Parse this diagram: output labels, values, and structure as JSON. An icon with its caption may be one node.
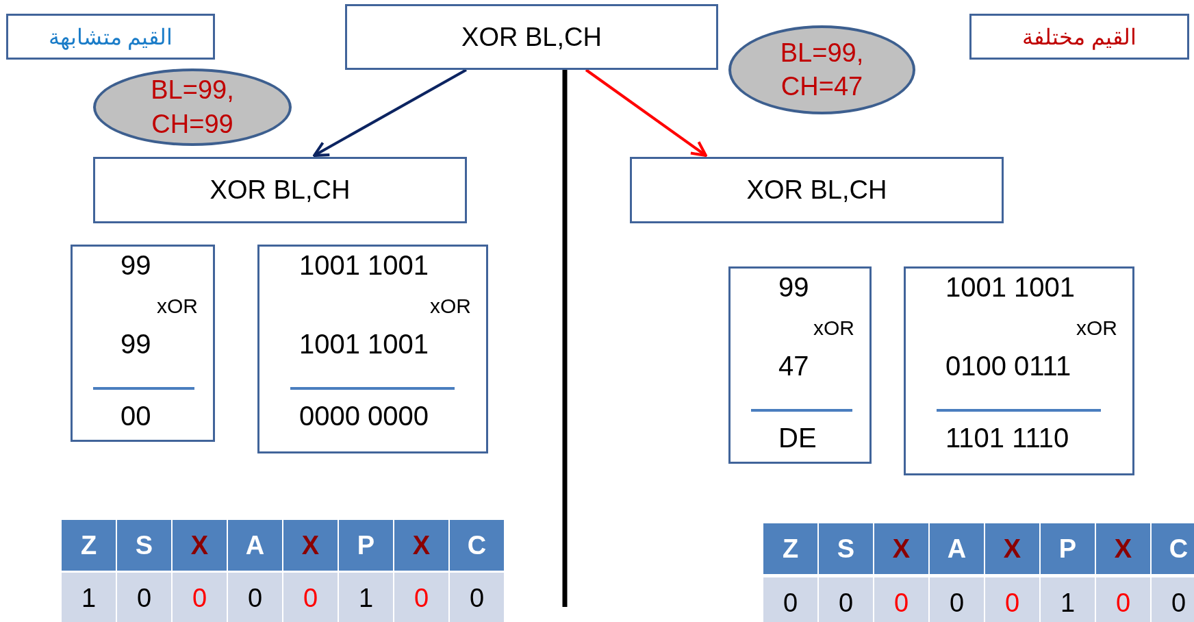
{
  "diagram": {
    "nodes": [
      {
        "text": [
          "القيم متشابهة"
        ]
      },
      {
        "text": [
          "XOR   BL,CH"
        ]
      },
      {
        "text": [
          "BL=99, CH=99"
        ]
      },
      {
        "text": [
          "BL=99, CH=47"
        ]
      },
      {
        "text": [
          "القيم مختلفة"
        ]
      },
      {
        "text": [
          "XOR   BL,CH"
        ]
      },
      {
        "text": [
          "XOR   BL,CH"
        ]
      },
      {
        "text": [
          "99",
          "xOR",
          "99",
          "00"
        ]
      },
      {
        "text": [
          "1001 1001",
          "xOR",
          "1001 1001",
          "0000 0000"
        ]
      },
      {
        "text": [
          "99",
          "xOR",
          "47",
          "DE"
        ]
      },
      {
        "text": [
          "1001 1001",
          "xOR",
          "0100 0111",
          "1101 1110"
        ]
      }
    ],
    "edges": [
      {
        "from": 1,
        "to": 5,
        "arrow": "to",
        "color": "#0c2461"
      },
      {
        "from": 1,
        "to": 6,
        "arrow": "to",
        "color": "#ff0000"
      }
    ],
    "labels": [
      "Z",
      "S",
      "X",
      "A",
      "X",
      "P",
      "X",
      "C",
      "1",
      "0",
      "0",
      "0",
      "0",
      "1",
      "0",
      "0",
      "Z",
      "S",
      "X",
      "A",
      "X",
      "P",
      "X",
      "C",
      "0",
      "0",
      "0",
      "0",
      "0",
      "1",
      "0",
      "0"
    ]
  }
}
